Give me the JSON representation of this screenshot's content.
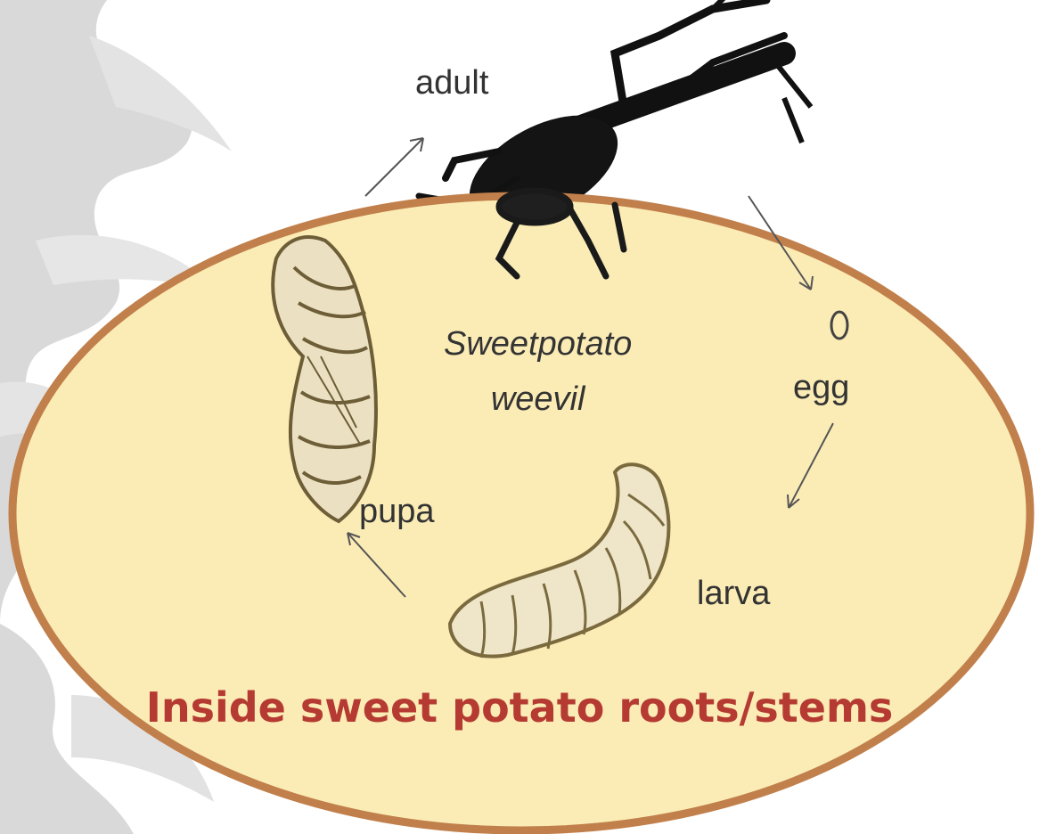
{
  "diagram": {
    "species_line1": "Sweetpotato",
    "species_line2": "weevil",
    "stages": {
      "adult": "adult",
      "egg": "egg",
      "larva": "larva",
      "pupa": "pupa"
    },
    "location_note": "Inside sweet potato roots/stems"
  },
  "colors": {
    "oval_fill": "#fbecb6",
    "oval_stroke": "#c1804b",
    "location_text": "#b53a32",
    "side_art": "#d8d8d8"
  }
}
